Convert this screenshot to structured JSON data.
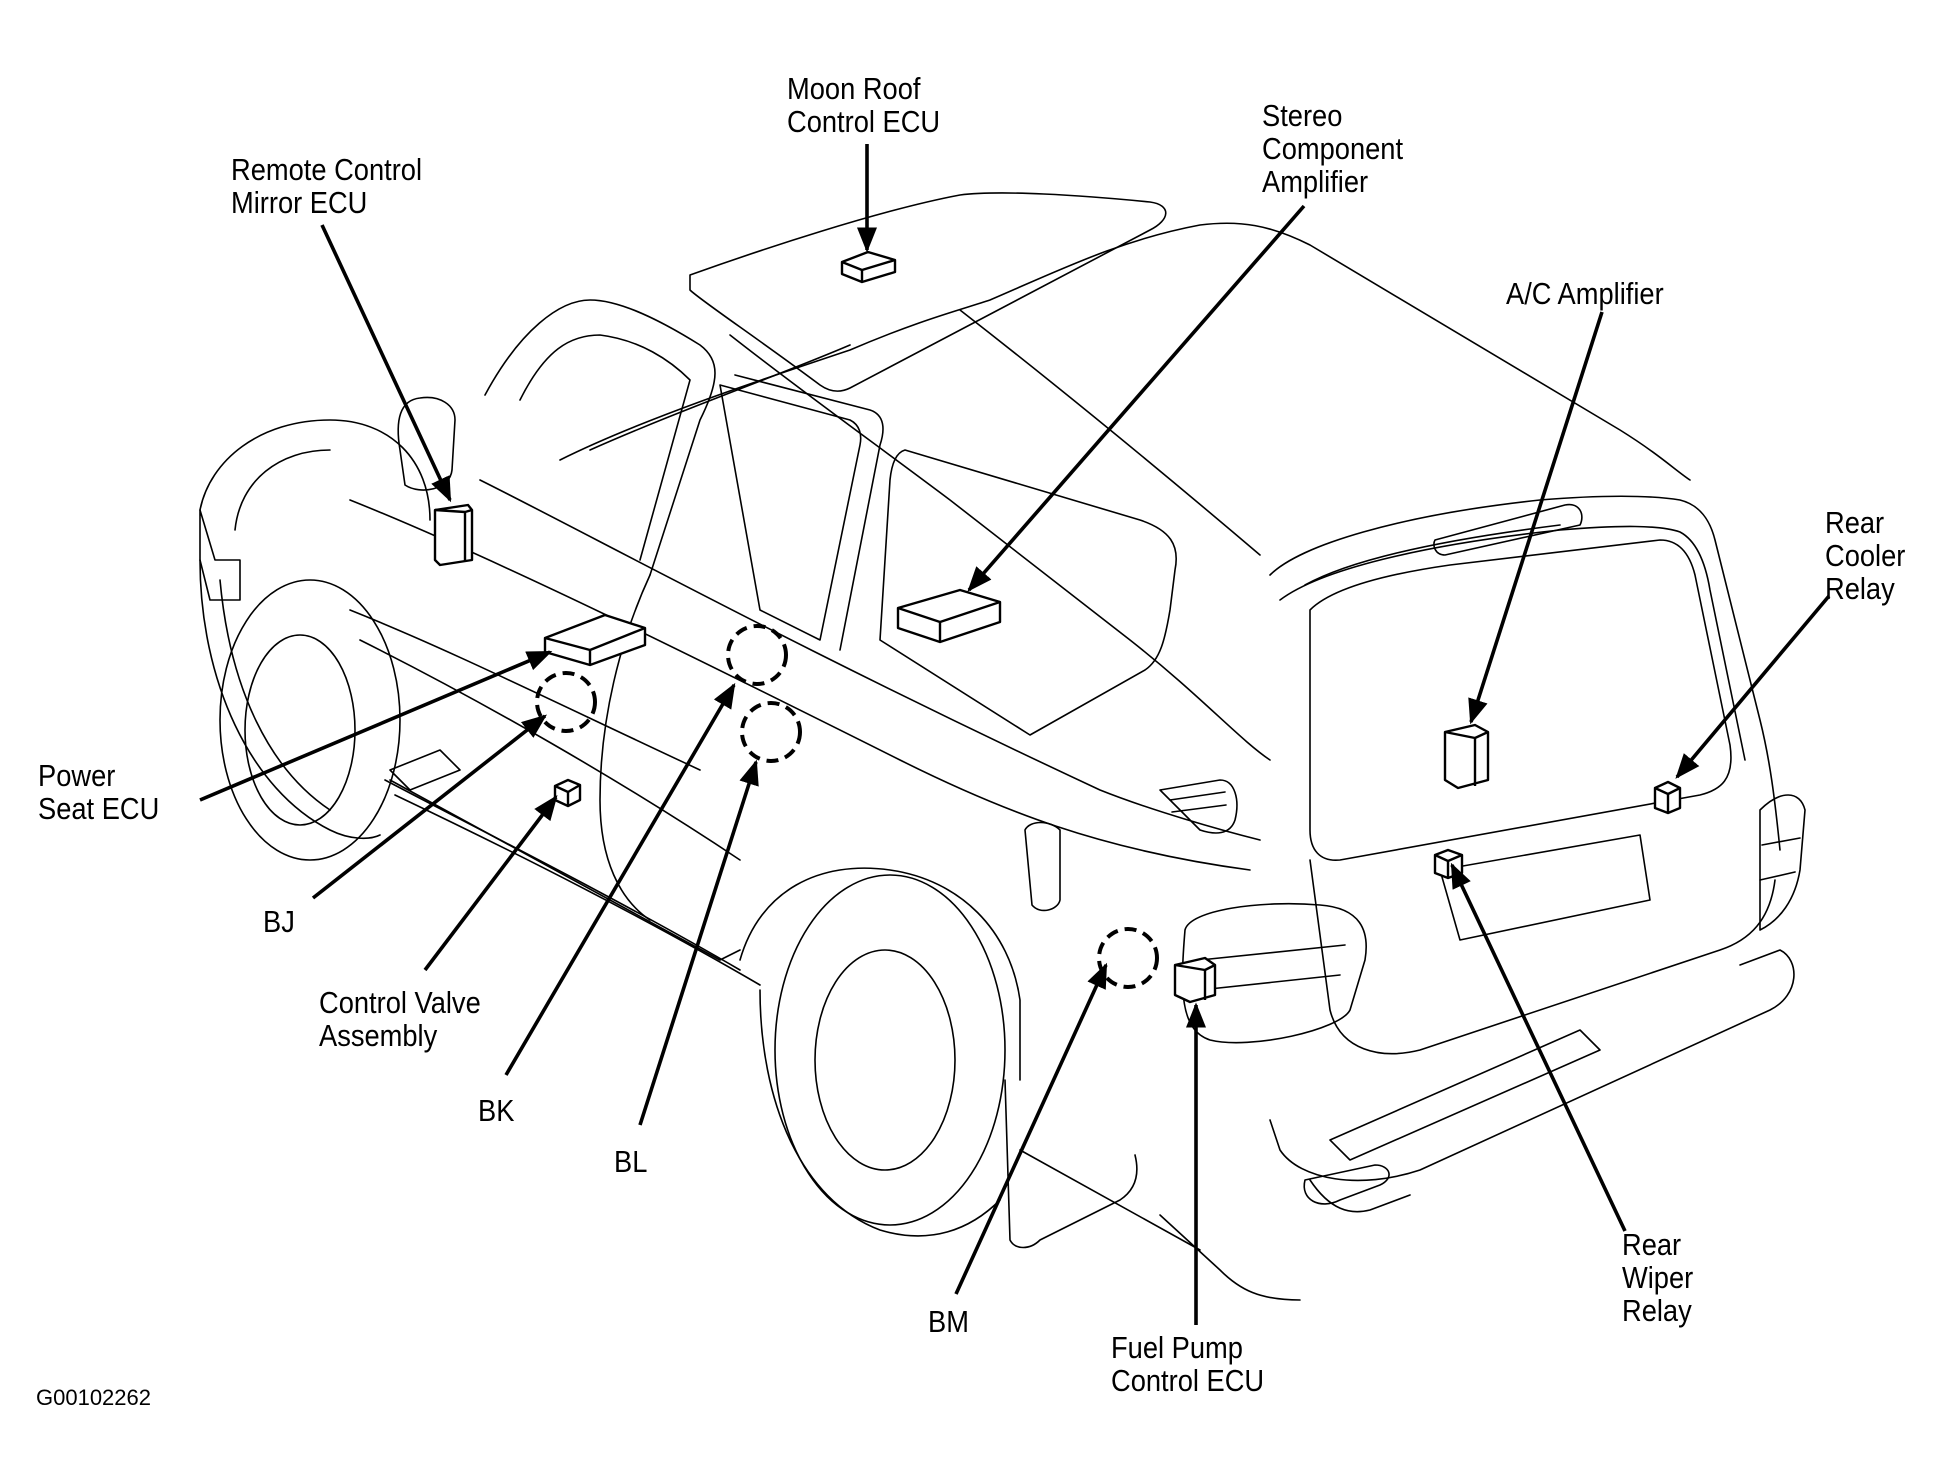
{
  "diagram": {
    "subject": "vehicle component location diagram (SUV, rear three-quarter view)",
    "figure_code": "G00102262",
    "colors": {
      "ink": "#000000",
      "background": "#ffffff"
    },
    "callouts": [
      {
        "id": "moon-roof",
        "lines": [
          "Moon Roof",
          "Control ECU"
        ],
        "marker": "box"
      },
      {
        "id": "remote-mirror",
        "lines": [
          "Remote Control",
          "Mirror ECU"
        ],
        "marker": "box"
      },
      {
        "id": "stereo-amp",
        "lines": [
          "Stereo",
          "Component",
          "Amplifier"
        ],
        "marker": "box"
      },
      {
        "id": "ac-amp",
        "lines": [
          "A/C Amplifier"
        ],
        "marker": "box"
      },
      {
        "id": "rear-cooler",
        "lines": [
          "Rear",
          "Cooler",
          "Relay"
        ],
        "marker": "box"
      },
      {
        "id": "power-seat",
        "lines": [
          "Power",
          "Seat ECU"
        ],
        "marker": "box"
      },
      {
        "id": "bj",
        "lines": [
          "BJ"
        ],
        "marker": "dashed-circle"
      },
      {
        "id": "control-valve",
        "lines": [
          "Control Valve",
          "Assembly"
        ],
        "marker": "box"
      },
      {
        "id": "bk",
        "lines": [
          "BK"
        ],
        "marker": "dashed-circle"
      },
      {
        "id": "bl",
        "lines": [
          "BL"
        ],
        "marker": "dashed-circle"
      },
      {
        "id": "bm",
        "lines": [
          "BM"
        ],
        "marker": "dashed-circle"
      },
      {
        "id": "fuel-pump",
        "lines": [
          "Fuel Pump",
          "Control ECU"
        ],
        "marker": "box"
      },
      {
        "id": "rear-wiper",
        "lines": [
          "Rear",
          "Wiper",
          "Relay"
        ],
        "marker": "box"
      }
    ]
  }
}
